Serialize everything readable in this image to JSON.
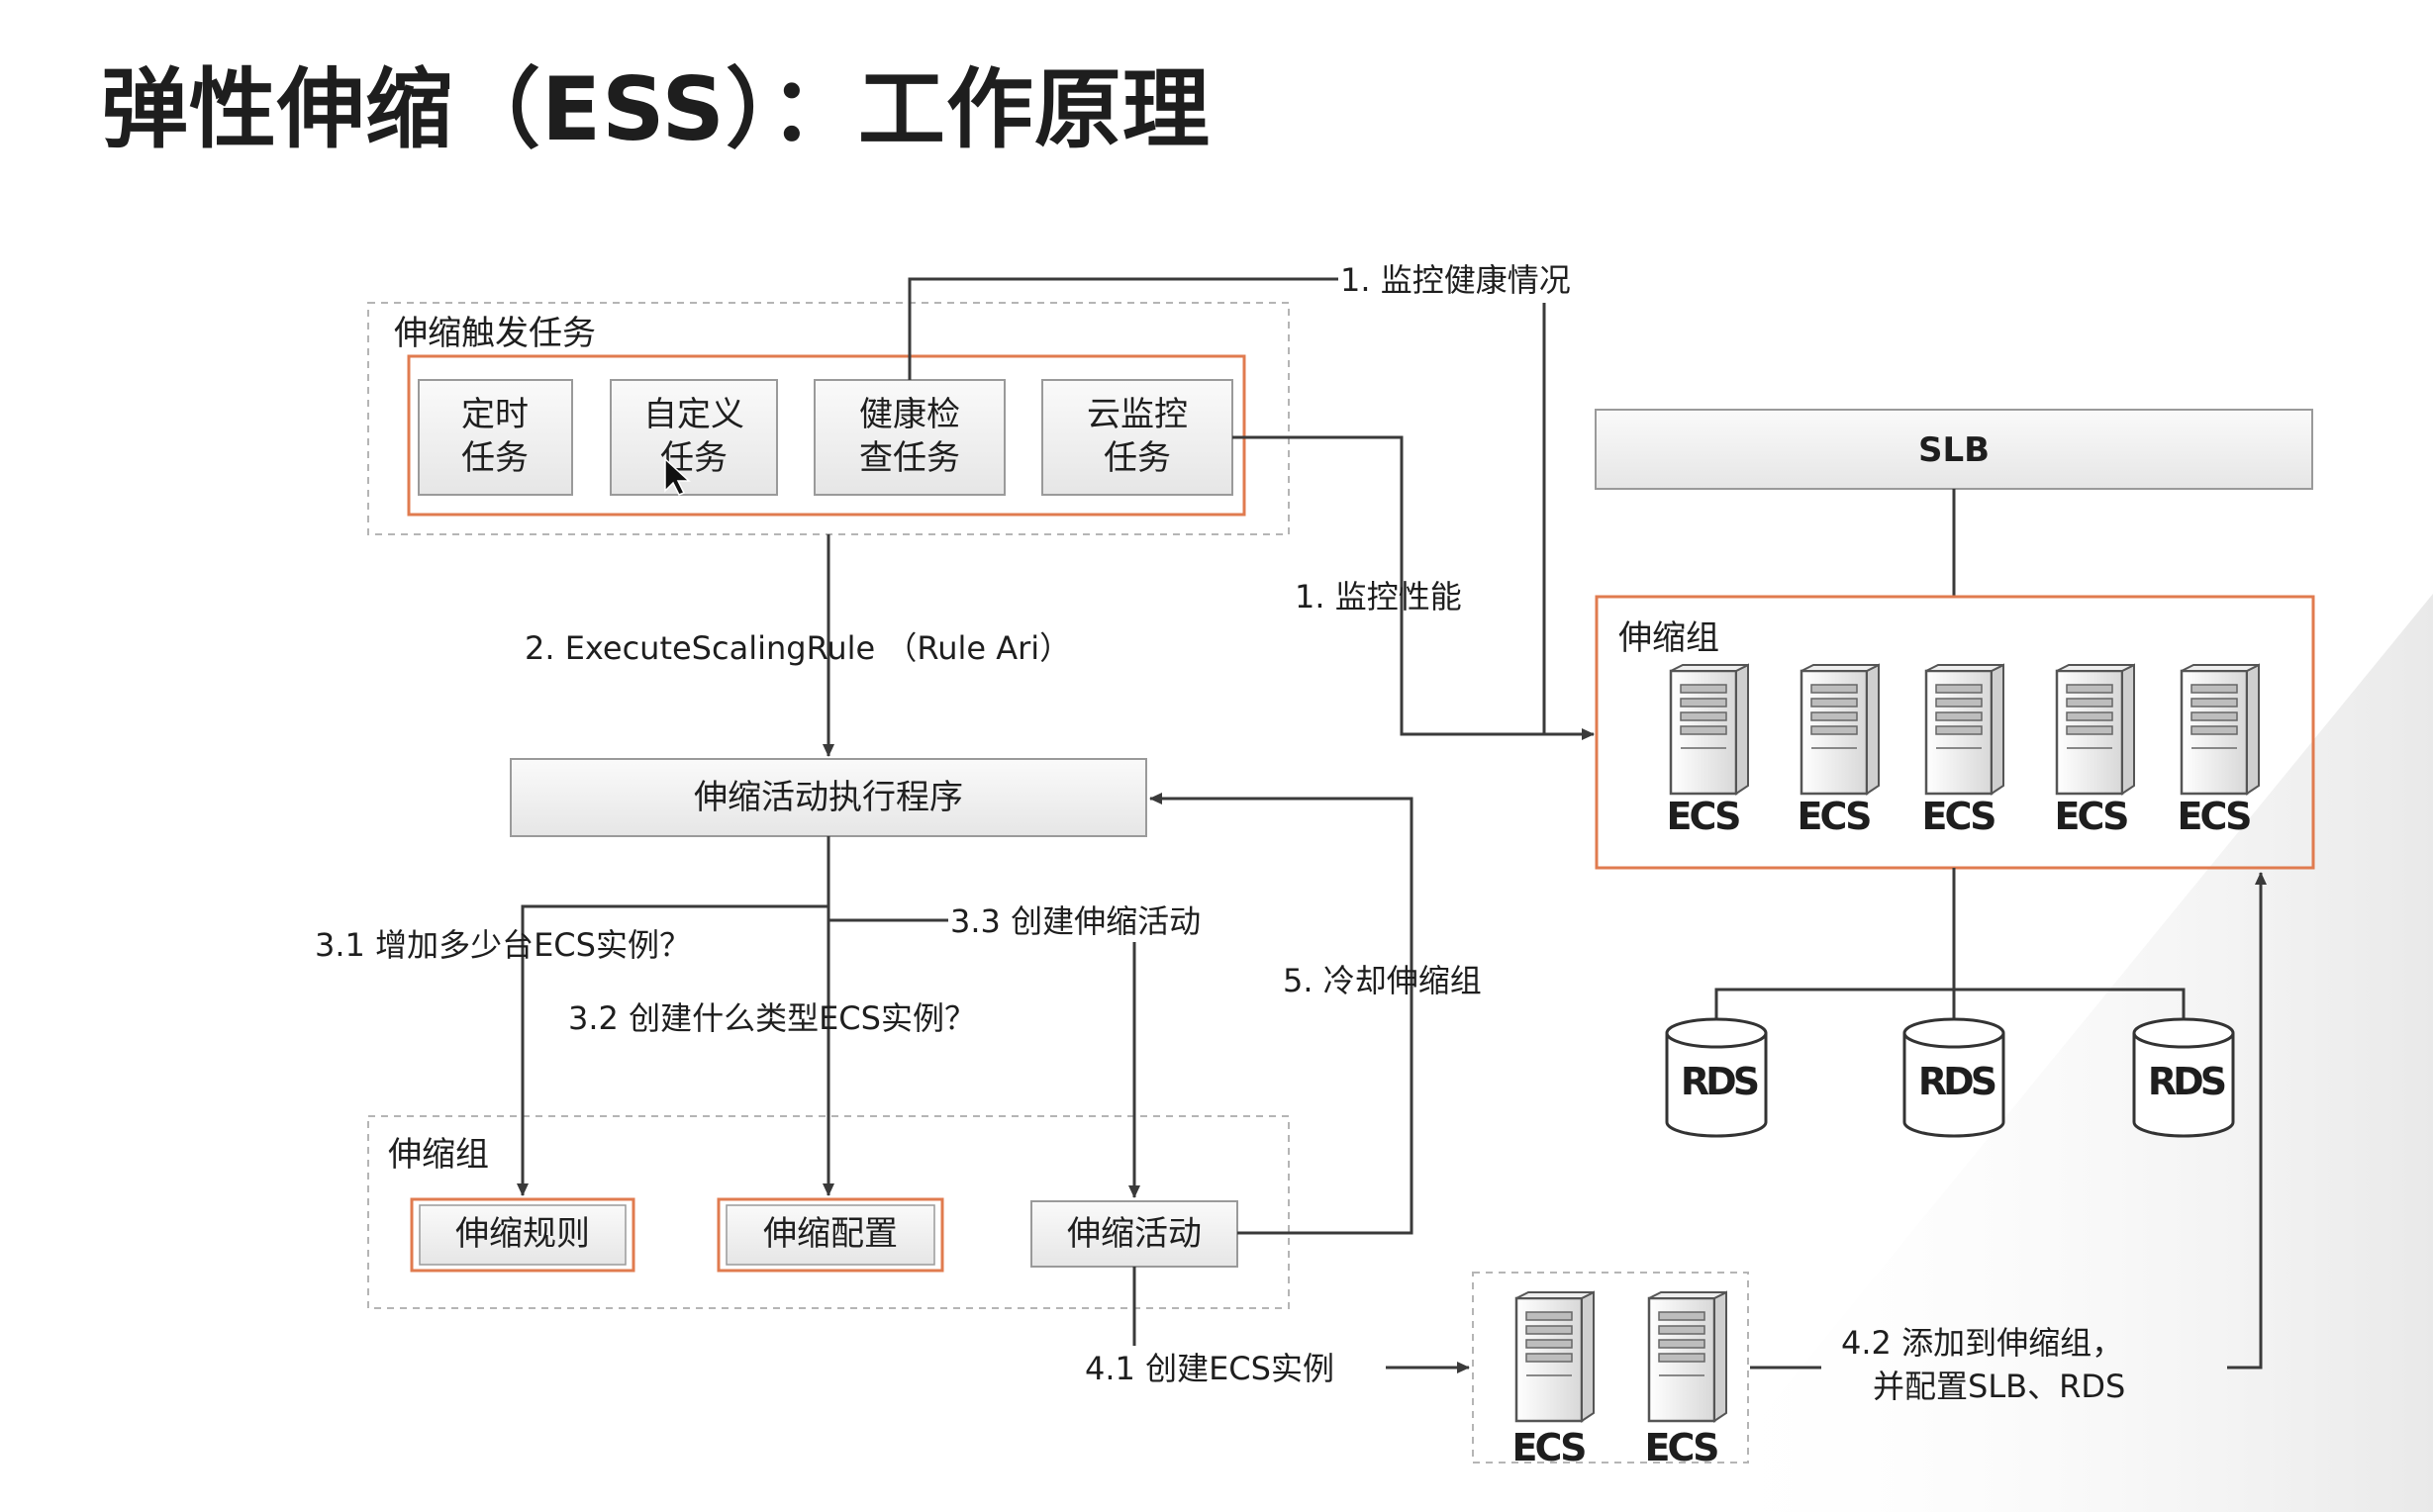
{
  "title": "弹性伸缩（ESS）：工作原理",
  "trigger_group": {
    "label": "伸缩触发任务",
    "tasks": [
      {
        "line1": "定时",
        "line2": "任务"
      },
      {
        "line1": "自定义",
        "line2": "任务"
      },
      {
        "line1": "健康检",
        "line2": "查任务"
      },
      {
        "line1": "云监控",
        "line2": "任务"
      }
    ]
  },
  "executor": {
    "label": "伸缩活动执行程序"
  },
  "scaling_group_bottom": {
    "label": "伸缩组",
    "items": [
      {
        "label": "伸缩规则"
      },
      {
        "label": "伸缩配置"
      },
      {
        "label": "伸缩活动"
      }
    ]
  },
  "slb": {
    "label": "SLB"
  },
  "scaling_group_right": {
    "label": "伸缩组",
    "ecs": [
      "ECS",
      "ECS",
      "ECS",
      "ECS",
      "ECS"
    ]
  },
  "rds": [
    "RDS",
    "RDS",
    "RDS"
  ],
  "new_ecs": [
    "ECS",
    "ECS"
  ],
  "edges": {
    "monitor_health": "1. 监控健康情况",
    "monitor_perf": "1. 监控性能",
    "execute_rule": "2. ExecuteScalingRule （Rule Ari）",
    "how_many": "3.1 增加多少台ECS实例？",
    "what_type": "3.2 创建什么类型ECS实例？",
    "create_activity": "3.3 创建伸缩活动",
    "cooldown": "5. 冷却伸缩组",
    "create_ecs": "4.1 创建ECS实例",
    "add_group_1": "4.2 添加到伸缩组，",
    "add_group_2": "并配置SLB、RDS"
  },
  "colors": {
    "accent": "#e07b4f",
    "line": "#3a3a3a",
    "dash": "#b5b5b5",
    "box_fill": "#f1f1f1"
  }
}
